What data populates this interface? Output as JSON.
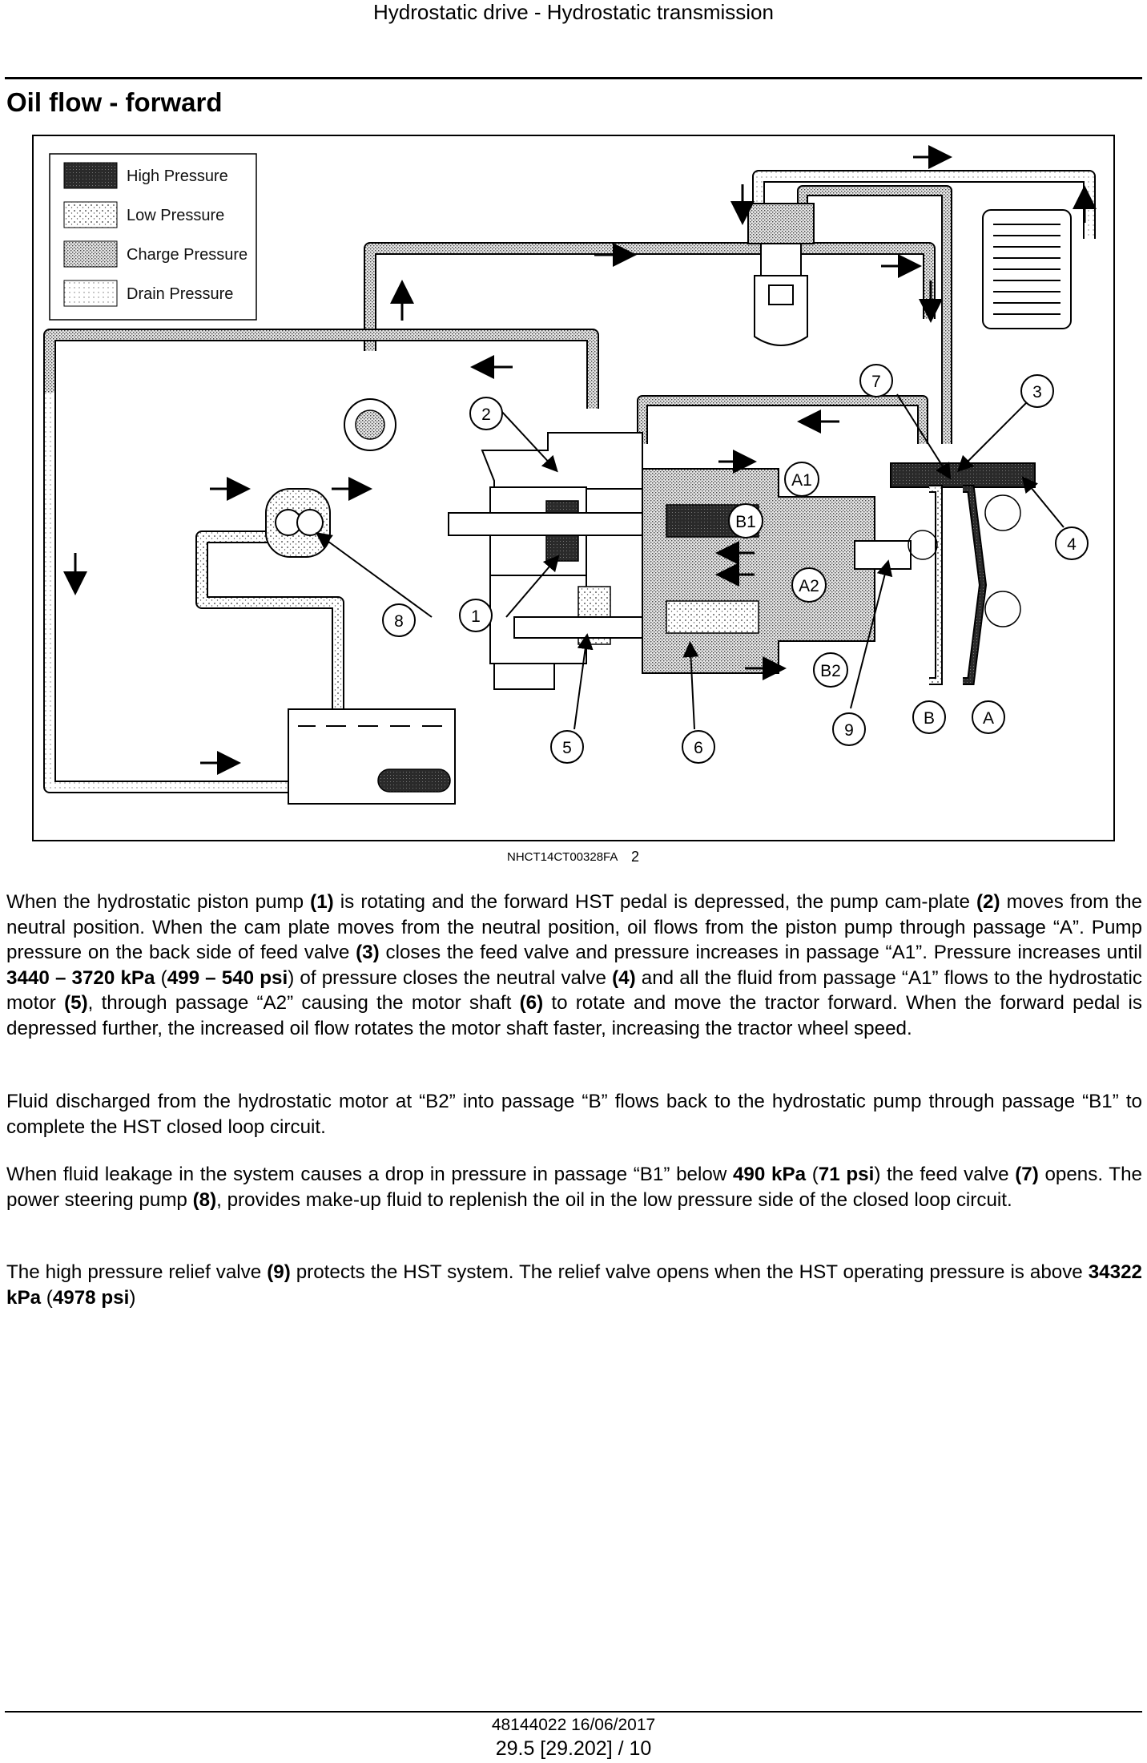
{
  "header": {
    "title": "Hydrostatic drive - Hydrostatic transmission"
  },
  "section": {
    "title": "Oil flow - forward"
  },
  "figure": {
    "legend": [
      {
        "label": "High Pressure",
        "pattern": "high"
      },
      {
        "label": "Low Pressure",
        "pattern": "low"
      },
      {
        "label": "Charge Pressure",
        "pattern": "charge"
      },
      {
        "label": "Drain Pressure",
        "pattern": "drain"
      }
    ],
    "callouts": [
      "1",
      "2",
      "3",
      "4",
      "5",
      "6",
      "7",
      "8",
      "9",
      "A",
      "B",
      "A1",
      "A2",
      "B1",
      "B2"
    ],
    "reference": "NHCT14CT00328FA",
    "number": "2"
  },
  "paragraphs": {
    "p1": [
      {
        "t": "When the hydrostatic piston pump "
      },
      {
        "t": "(1)",
        "b": true
      },
      {
        "t": " is rotating and the forward HST pedal is depressed, the pump cam-plate "
      },
      {
        "t": "(2)",
        "b": true
      },
      {
        "t": " moves from the neutral position. When the cam plate moves from the neutral position, oil flows from the piston pump through passage “A”. Pump pressure on the back side of feed valve "
      },
      {
        "t": "(3)",
        "b": true
      },
      {
        "t": " closes the feed valve and pressure increases in passage “A1”. Pressure increases until "
      },
      {
        "t": "3440 – 3720 kPa",
        "b": true
      },
      {
        "t": " ("
      },
      {
        "t": "499 – 540 psi",
        "b": true
      },
      {
        "t": ") of pressure closes the neutral valve "
      },
      {
        "t": "(4)",
        "b": true
      },
      {
        "t": " and all the fluid from passage “A1” flows to the hydrostatic motor "
      },
      {
        "t": "(5)",
        "b": true
      },
      {
        "t": ", through passage “A2” causing the motor shaft "
      },
      {
        "t": "(6)",
        "b": true
      },
      {
        "t": " to rotate and move the tractor forward. When the forward pedal is depressed further, the increased oil flow rotates the motor shaft faster, increasing the tractor wheel speed."
      }
    ],
    "p2": [
      {
        "t": "Fluid discharged from the hydrostatic motor at “B2” into passage “B” flows back to the hydrostatic pump through passage “B1” to complete the HST closed loop circuit."
      }
    ],
    "p3": [
      {
        "t": "When fluid leakage in the system causes a drop in pressure in passage “B1” below "
      },
      {
        "t": "490 kPa",
        "b": true
      },
      {
        "t": " ("
      },
      {
        "t": "71 psi",
        "b": true
      },
      {
        "t": ") the feed valve "
      },
      {
        "t": "(7)",
        "b": true
      },
      {
        "t": " opens. The power steering pump "
      },
      {
        "t": "(8)",
        "b": true
      },
      {
        "t": ", provides make-up fluid to replenish the oil in the low pressure side of the closed loop circuit."
      }
    ],
    "p4": [
      {
        "t": "The high pressure relief valve "
      },
      {
        "t": "(9)",
        "b": true
      },
      {
        "t": " protects the HST system. The relief valve opens when the HST operating pressure is above "
      },
      {
        "t": "34322 kPa",
        "b": true
      },
      {
        "t": " ("
      },
      {
        "t": "4978 psi",
        "b": true
      },
      {
        "t": ")"
      }
    ]
  },
  "footer": {
    "doc": "48144022 16/06/2017",
    "page": "29.5 [29.202] / 10"
  }
}
